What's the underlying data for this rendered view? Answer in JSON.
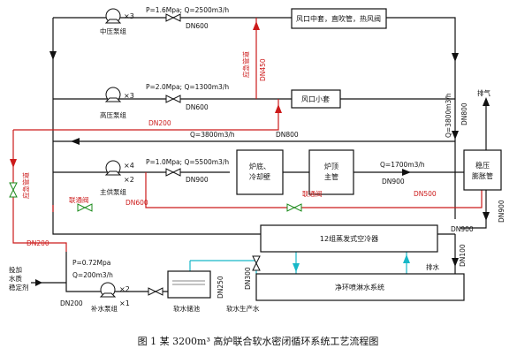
{
  "pumps": {
    "mid": {
      "label": "中压泵组",
      "count": "×3",
      "spec": "P=1.6Mpa; Q=2500m3/h",
      "pipe": "DN600"
    },
    "high": {
      "label": "高压泵组",
      "count": "×3",
      "spec": "P=2.0Mpa; Q=1300m3/h",
      "pipe": "DN600"
    },
    "main": {
      "label": "主供泵组",
      "count_a": "×4",
      "count_b": "×2",
      "spec": "P=1.0Mpa; Q=5500m3/h",
      "pipe": "DN900"
    },
    "makeup": {
      "label": "补水泵组",
      "count_a": "×2",
      "count_b": "×1",
      "spec_p": "P=0.72Mpa",
      "spec_q": "Q=200m3/h",
      "pipe": "DN200"
    }
  },
  "boxes": {
    "tuyere_mid": "风口中套，直吹管，热风阀",
    "tuyere_small": "风口小套",
    "hearth": [
      "炉底、",
      "冷却壁"
    ],
    "top": [
      "炉顶",
      "主管"
    ],
    "tank": [
      "稳压",
      "膨胀管"
    ],
    "air_cooler": "12组蒸发式空冷器",
    "water_system": "净环喷淋水系统"
  },
  "labels": {
    "dn450": "DN450",
    "emergency_a": "应急管道",
    "emergency_b": "应急管道",
    "dn200_top": "DN200",
    "dn200_left": "DN200",
    "q3800": "Q=3800m3/h",
    "dn800_mid": "DN800",
    "dn800_right": "DN800",
    "q3800_v": "Q=3800m3/h",
    "exhaust": "排气",
    "q1700": "Q=1700m3/h",
    "dn900_a": "DN900",
    "dn900_b": "DN900",
    "dn900_c": "DN900",
    "connect_a": "联通阀",
    "connect_b": "联通阀",
    "dn600": "DN600",
    "dn500": "DN500",
    "dn100": "DN100",
    "drain": "排水",
    "dosing": [
      "投加",
      "水质",
      "稳定剂"
    ],
    "dn250": "DN250",
    "dn300": "DN300",
    "softpool": "软水储池",
    "softprod": "软水生产水"
  },
  "caption": "图 1  某 3200m³ 高炉联合软水密闭循环系统工艺流程图"
}
